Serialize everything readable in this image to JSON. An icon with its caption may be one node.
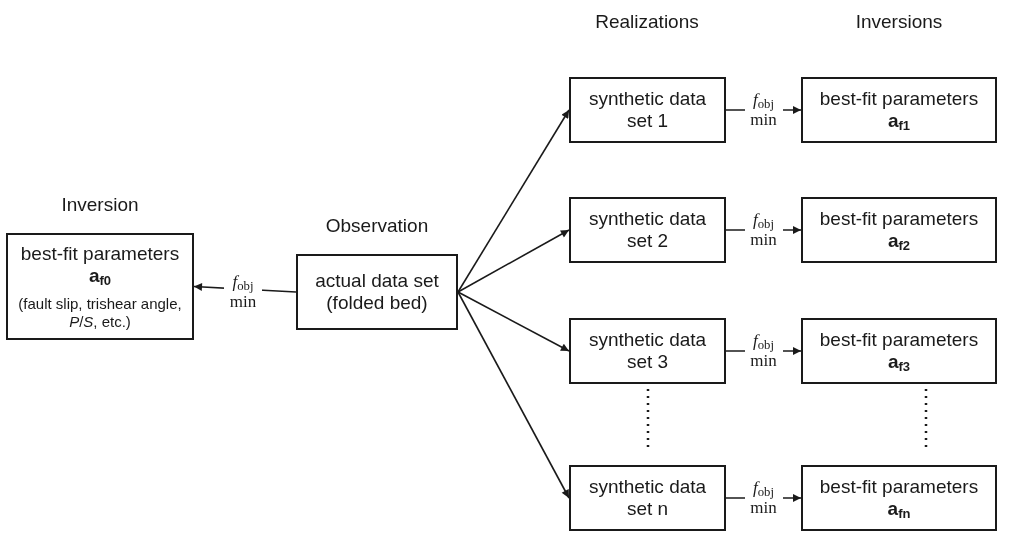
{
  "diagram": {
    "nodes": [
      {
        "text": [
          "Inversion",
          "best-fit parameters **a**$_{f0}$",
          "(fault slip, trishear angle, *P*/*S*, etc.)"
        ]
      },
      {
        "text": [
          "Observation",
          "actual data set (folded bed)"
        ]
      },
      {
        "text": [
          "synthetic data set 1"
        ]
      },
      {
        "text": [
          "synthetic data set 2"
        ]
      },
      {
        "text": [
          "synthetic data set 3"
        ]
      },
      {
        "text": [
          "synthetic data set n"
        ]
      },
      {
        "text": [
          "best-fit parameters **a**$_{f1}$"
        ]
      },
      {
        "text": [
          "best-fit parameters **a**$_{f2}$"
        ]
      },
      {
        "text": [
          "best-fit parameters **a**$_{f3}$"
        ]
      },
      {
        "text": [
          "best-fit parameters **a**$_{fn}$"
        ]
      }
    ],
    "edges": [
      {
        "from": 1,
        "to": 0,
        "arrow": "to",
        "label": "*f*$_{obj}$ min"
      },
      {
        "from": 1,
        "to": 2,
        "arrow": "to"
      },
      {
        "from": 1,
        "to": 3,
        "arrow": "to"
      },
      {
        "from": 1,
        "to": 4,
        "arrow": "to"
      },
      {
        "from": 1,
        "to": 5,
        "arrow": "to"
      },
      {
        "from": 2,
        "to": 6,
        "arrow": "to",
        "label": "*f*$_{obj}$ min"
      },
      {
        "from": 3,
        "to": 7,
        "arrow": "to",
        "label": "*f*$_{obj}$ min"
      },
      {
        "from": 4,
        "to": 8,
        "arrow": "to",
        "label": "*f*$_{obj}$ min"
      },
      {
        "from": 5,
        "to": 9,
        "arrow": "to",
        "label": "*f*$_{obj}$ min"
      }
    ],
    "labels": [
      "Realizations",
      "Inversions"
    ]
  }
}
